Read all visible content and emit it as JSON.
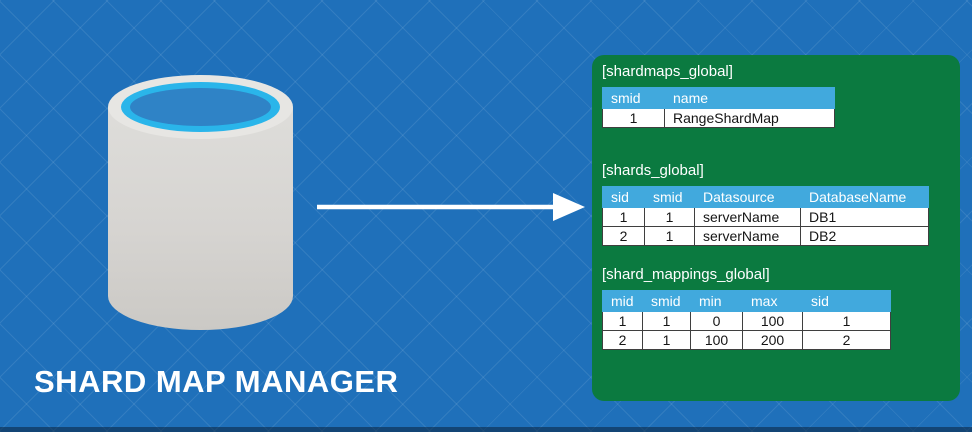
{
  "title": "SHARD MAP MANAGER",
  "colors": {
    "background": "#1f70ba",
    "panel": "#0b7a40",
    "table_header": "#41a9dd",
    "cylinder_rim": "#e7e6e3",
    "cylinder_ring": "#2ab5ea",
    "cylinder_liquid": "#2f83c6"
  },
  "icons": {
    "database": "database-cylinder-icon",
    "arrow": "right-arrow-icon"
  },
  "panel": {
    "tables": [
      {
        "label": "[shardmaps_global]",
        "headers": [
          "smid",
          "name"
        ],
        "rows": [
          [
            "1",
            "RangeShardMap"
          ]
        ]
      },
      {
        "label": "[shards_global]",
        "headers": [
          "sid",
          "smid",
          "Datasource",
          "DatabaseName"
        ],
        "rows": [
          [
            "1",
            "1",
            "serverName",
            "DB1"
          ],
          [
            "2",
            "1",
            "serverName",
            "DB2"
          ]
        ]
      },
      {
        "label": "[shard_mappings_global]",
        "headers": [
          "mid",
          "smid",
          "min",
          "max",
          "sid"
        ],
        "rows": [
          [
            "1",
            "1",
            "0",
            "100",
            "1"
          ],
          [
            "2",
            "1",
            "100",
            "200",
            "2"
          ]
        ]
      }
    ]
  }
}
